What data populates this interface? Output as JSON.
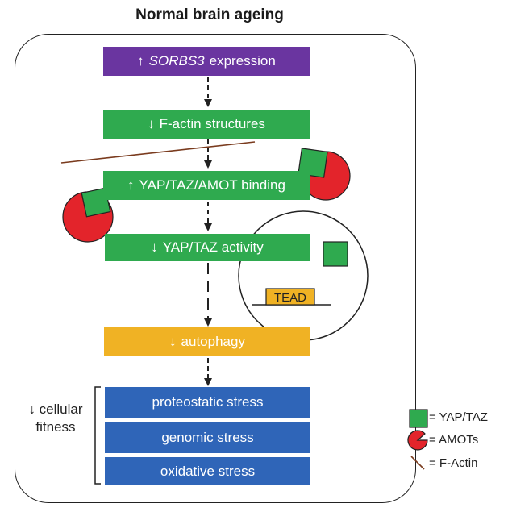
{
  "title": "Normal brain ageing",
  "boxes": {
    "sorbs3": {
      "arrow": "↑",
      "italic": "SORBS3",
      "text": "expression"
    },
    "factin": {
      "arrow": "↓",
      "text": "F-actin structures"
    },
    "binding": {
      "arrow": "↑",
      "text": "YAP/TAZ/AMOT binding"
    },
    "activity": {
      "arrow": "↓",
      "text": "YAP/TAZ activity"
    },
    "autophagy": {
      "arrow": "↓",
      "text": "autophagy"
    },
    "proteostatic": {
      "text": "proteostatic stress"
    },
    "genomic": {
      "text": "genomic stress"
    },
    "oxidative": {
      "text": "oxidative stress"
    }
  },
  "cellular_fitness": {
    "line1": "↓ cellular",
    "line2": "fitness"
  },
  "tead_label": "TEAD",
  "legend": {
    "yaptaz": "= YAP/TAZ",
    "amots": "= AMOTs",
    "factin": "= F-Actin"
  },
  "colors": {
    "purple": "#6a35a0",
    "green": "#2faa4f",
    "yellow": "#f0b224",
    "blue": "#2f65b8",
    "amot_red": "#e3242b",
    "factin_brown": "#7a3b1e"
  }
}
